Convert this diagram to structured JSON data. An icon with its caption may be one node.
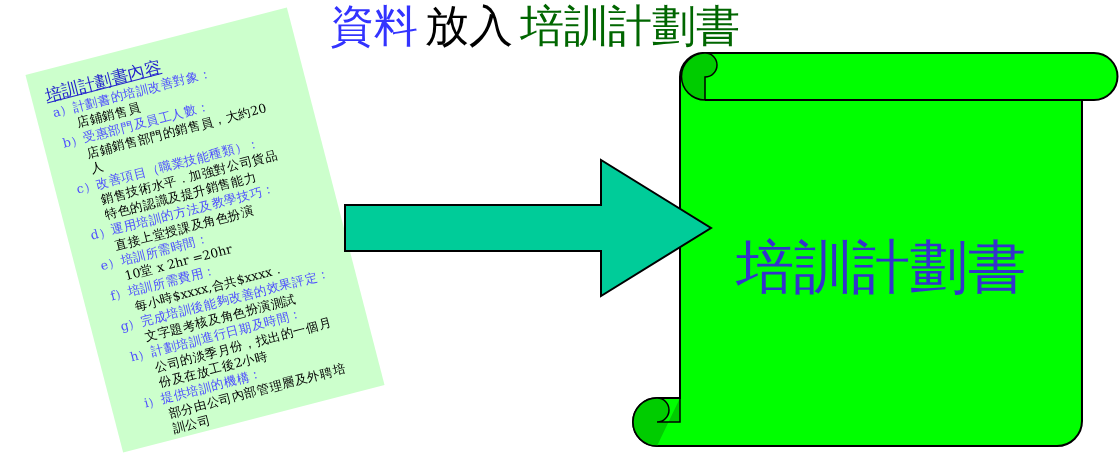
{
  "diagram": {
    "nodes": [
      {
        "text": [
          "培訓計劃書內容",
          "a）計劃書的培訓改善對象：",
          "店鋪銷售員",
          "b）受惠部門及員工人數：",
          "店鋪銷售部門的銷售員，大約20人",
          "c）改善項目（職業技能種類）：",
          "銷售技術水平．加強對公司貨品特色的認識及提升銷售能力",
          "d）運用培訓的方法及教學技巧：",
          "直接上堂授課及角色扮演",
          "e）培訓所需時間：",
          "10堂 x 2hr =20hr",
          "f）培訓所需費用：",
          "每小時$xxxx,合共$xxxx．",
          "g）完成培訓後能夠改善的效果評定：",
          "文字題考核及角色扮演測試",
          "h）計劃培訓進行日期及時間：",
          "公司的淡季月份，找出的一個月份及在放工後2小時",
          "i）提供培訓的機構：",
          "部分由公司內部管理層及外聘培訓公司"
        ]
      },
      {
        "text": [
          "培訓計劃書"
        ]
      }
    ],
    "edges": [
      {
        "from": 0,
        "to": 1,
        "arrow": "to"
      }
    ],
    "labels": [
      "資料",
      "放入",
      "培訓計劃書"
    ]
  }
}
